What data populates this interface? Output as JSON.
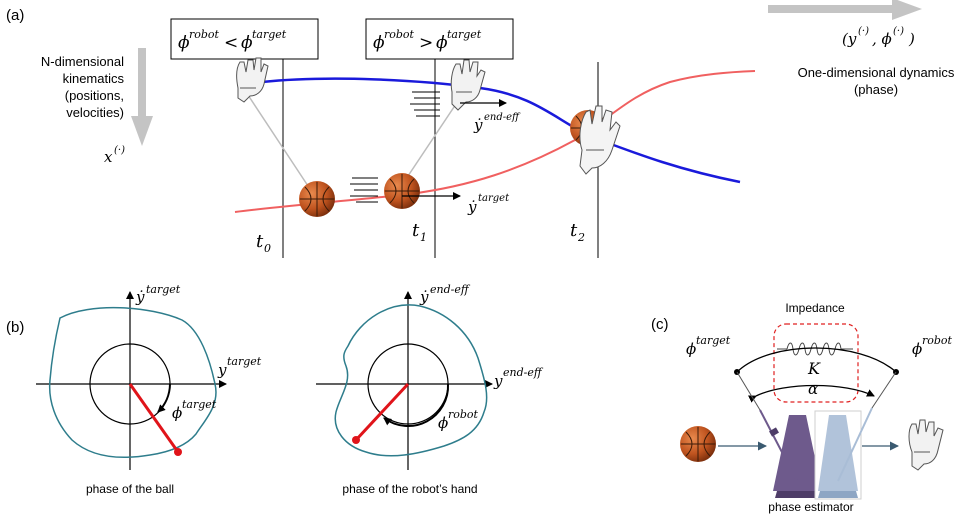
{
  "panel_a": {
    "label": "(a)",
    "box_left": {
      "lhs": "ϕ",
      "lhs_sup": "robot",
      "op": "<",
      "rhs": "ϕ",
      "rhs_sup": "target"
    },
    "box_right": {
      "lhs": "ϕ",
      "lhs_sup": "robot",
      "op": ">",
      "rhs": "ϕ",
      "rhs_sup": "target"
    },
    "left_axis_text": [
      "N-dimensional",
      "kinematics",
      "(positions,",
      "velocities)"
    ],
    "x_label": "x",
    "x_sup": "(·)",
    "right_axis_math": "(y",
    "right_axis_sup1": "(·)",
    "right_axis_mid": ", ϕ",
    "right_axis_sup2": "(·)",
    "right_axis_end": ")",
    "right_axis_text": [
      "One-dimensional dynamics",
      "(phase)"
    ],
    "t0": "t",
    "t0_sub": "0",
    "t1": "t",
    "t1_sub": "1",
    "t2": "t",
    "t2_sub": "2",
    "y_target": "ẏ",
    "y_target_sup": "target",
    "y_endeff": "ẏ",
    "y_endeff_sup": "end-eff",
    "colors": {
      "robot_curve": "#1a1adb",
      "ball_curve": "#f06060",
      "ball": "#c0541f",
      "gray": "#c4c4c4"
    }
  },
  "panel_b": {
    "label": "(b)",
    "left": {
      "v_axis": "ẏ",
      "v_axis_sup": "target",
      "h_axis": "y",
      "h_axis_sup": "target",
      "phi": "ϕ",
      "phi_sup": "target",
      "caption": "phase of the ball"
    },
    "right": {
      "v_axis": "ẏ",
      "v_axis_sup": "end-eff",
      "h_axis": "y",
      "h_axis_sup": "end-eff",
      "phi": "ϕ",
      "phi_sup": "robot",
      "caption": "phase of the robot’s hand"
    },
    "colors": {
      "trajectory": "#2e7d8c",
      "phase_line": "#e0141a"
    }
  },
  "panel_c": {
    "label": "(c)",
    "impedance": "Impedance",
    "K": "K",
    "alpha": "α",
    "phi_target": "ϕ",
    "phi_target_sup": "target",
    "phi_robot": "ϕ",
    "phi_robot_sup": "robot",
    "caption": "phase estimator",
    "colors": {
      "metronome_left": "#6e5a8c",
      "metronome_right": "#a9bdd6",
      "dashed_box": "#e02020"
    }
  }
}
